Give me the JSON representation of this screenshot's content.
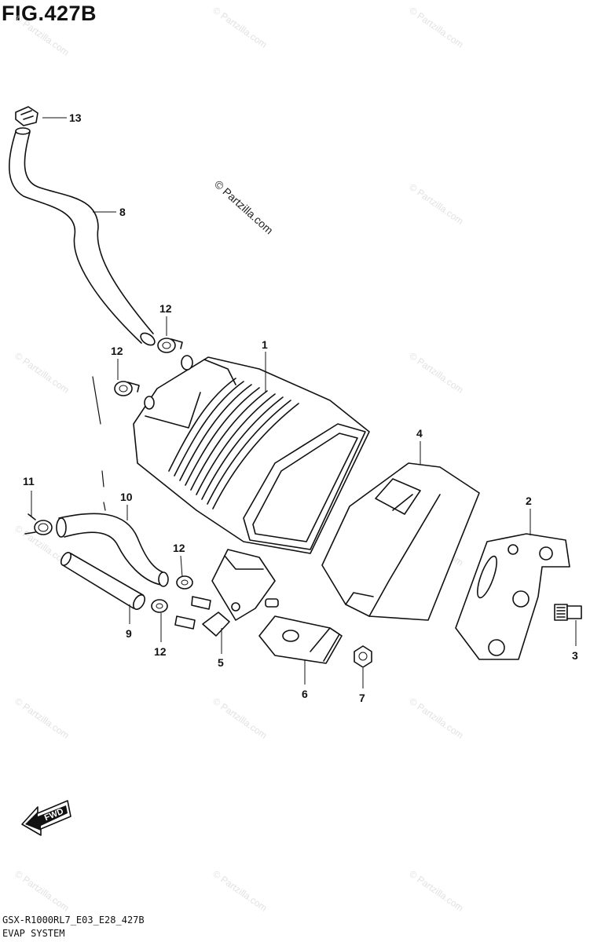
{
  "figure": {
    "title": "FIG.427B"
  },
  "watermark": {
    "text": "© Partzilla.com",
    "main_text": "© Partzilla.com"
  },
  "callouts": [
    {
      "label": "1"
    },
    {
      "label": "2"
    },
    {
      "label": "3"
    },
    {
      "label": "4"
    },
    {
      "label": "5"
    },
    {
      "label": "6"
    },
    {
      "label": "7"
    },
    {
      "label": "8"
    },
    {
      "label": "9"
    },
    {
      "label": "10"
    },
    {
      "label": "11"
    },
    {
      "label": "12"
    },
    {
      "label": "12"
    },
    {
      "label": "12"
    },
    {
      "label": "12"
    },
    {
      "label": "13"
    }
  ],
  "direction_arrow": {
    "text": "FWD"
  },
  "footer": {
    "code": "GSX-R1000RL7_E03_E28_427B",
    "system": "EVAP SYSTEM"
  }
}
